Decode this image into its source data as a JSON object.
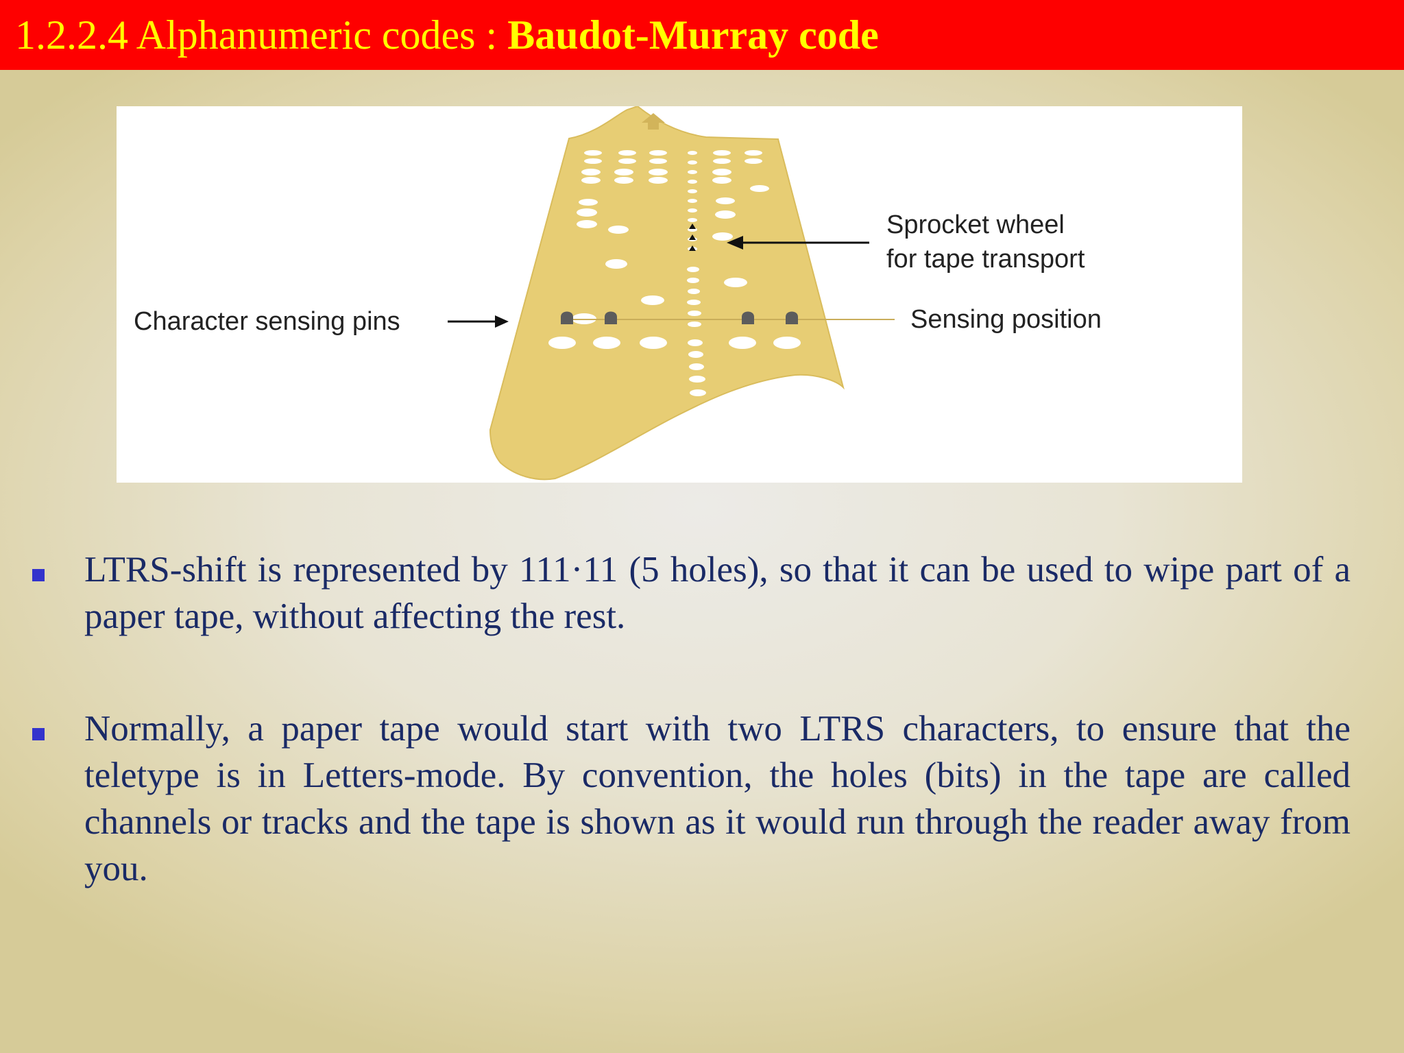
{
  "slide": {
    "title_prefix": "1.2.2.4 Alphanumeric codes",
    "title_separator": " : ",
    "title_highlight": "Baudot-Murray code",
    "colors": {
      "title_bar": "#fe0000",
      "title_text": "#ffff00",
      "body_text": "#1a2a66",
      "bullet_marker": "#3333cc",
      "tape": "#e7cd74"
    }
  },
  "figure": {
    "labels": {
      "sprocket_line1": "Sprocket wheel",
      "sprocket_line2": "for tape transport",
      "sensing_pins": "Character sensing pins",
      "sensing_position": "Sensing position"
    }
  },
  "bullets": [
    {
      "text": "LTRS-shift is represented by 111·11 (5 holes), so that it can be used to wipe part of a paper tape, without affecting the rest."
    },
    {
      "text": "Normally, a paper tape would start with two LTRS characters, to ensure that the teletype is in Letters-mode. By convention, the holes (bits) in the tape are called channels or tracks and the tape is shown as it would run through the reader away from you."
    }
  ]
}
